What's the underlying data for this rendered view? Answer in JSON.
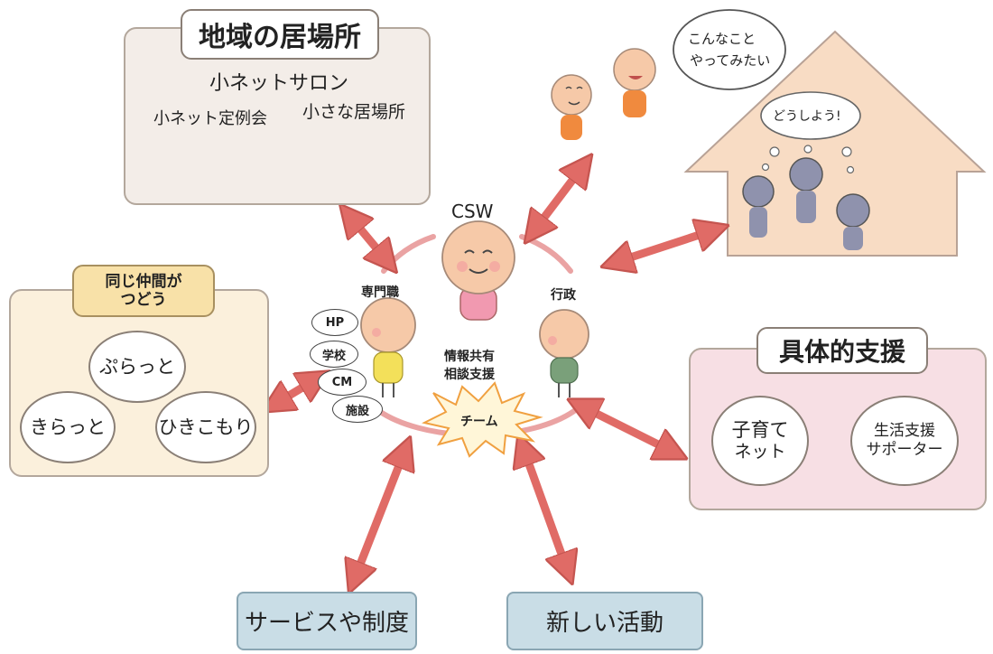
{
  "local_place": {
    "title": "地域の居場所",
    "salon": "小ネットサロン",
    "regular_meeting": "小ネット定例会",
    "small_place": "小さな居場所"
  },
  "peer_group": {
    "title_line1": "同じ仲間が",
    "title_line2": "つどう",
    "items": [
      "ぷらっと",
      "きらっと",
      "ひきこもり"
    ]
  },
  "support": {
    "title": "具体的支援",
    "item1_line1": "子育て",
    "item1_line2": "ネット",
    "item2_line1": "生活支援",
    "item2_line2": "サポーター"
  },
  "center": {
    "csw": "CSW",
    "professional": "専門職",
    "government": "行政",
    "info_share": "情報共有",
    "consult": "相談支援",
    "team": "チーム",
    "pro_tags": [
      "HP",
      "学校",
      "CM",
      "施設"
    ]
  },
  "speech": {
    "line1": "こんなこと",
    "line2": "やってみたい",
    "house_thought": "どうしよう!"
  },
  "bottom": {
    "services": "サービスや制度",
    "new_activity": "新しい活動"
  },
  "colors": {
    "arrow": "#e06b66",
    "ring": "#eaa3a3",
    "local_box": "#f3ede8",
    "peer_box": "#fbf0dc",
    "support_box": "#f7dfe4",
    "house": "#f8dcc4",
    "bottom_box": "#c9dde6"
  }
}
